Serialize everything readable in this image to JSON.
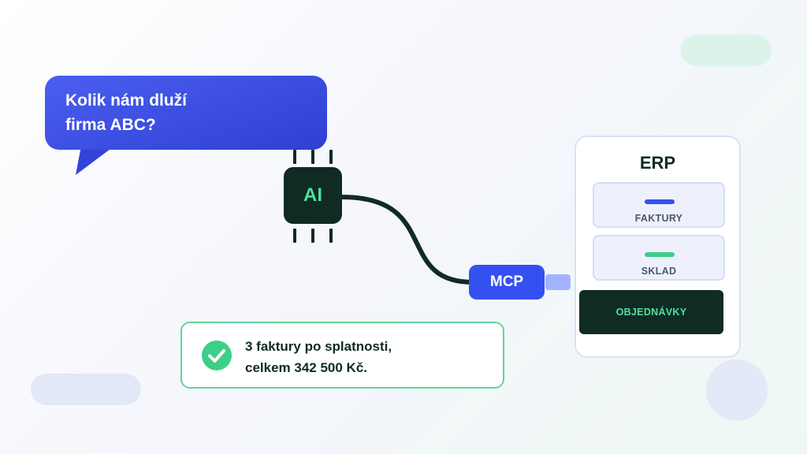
{
  "question": {
    "text": "Kolik nám dluží\nfirma ABC?"
  },
  "ai_chip": {
    "label": "AI"
  },
  "mcp": {
    "label": "MCP"
  },
  "erp": {
    "title": "ERP",
    "modules": [
      {
        "label": "FAKTURY"
      },
      {
        "label": "SKLAD"
      },
      {
        "label": "OBJEDNÁVKY"
      }
    ]
  },
  "answer": {
    "text": "3 faktury po splatnosti,\ncelkem 342 500 Kč."
  },
  "colors": {
    "primary_blue": "#3550f0",
    "dark_green": "#0f2b23",
    "accent_green": "#4fe0a0",
    "success_green": "#3ccf88"
  },
  "icons": {
    "answer": "check-circle-icon"
  }
}
